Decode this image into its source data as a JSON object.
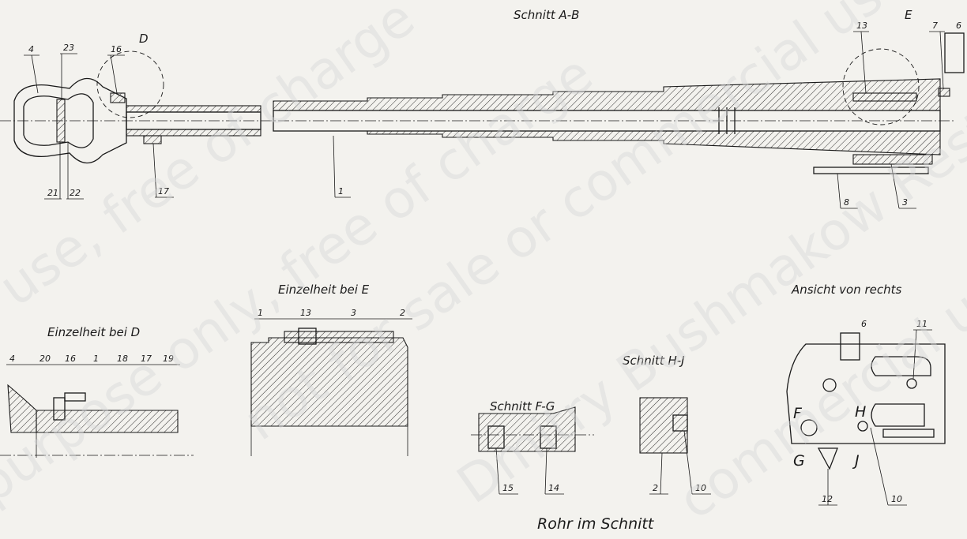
{
  "titles": {
    "section_ab": "Schnitt A-B",
    "detail_d": "Einzelheit bei D",
    "detail_e": "Einzelheit bei E",
    "section_fg": "Schnitt F-G",
    "section_hj": "Schnitt H-J",
    "right_view": "Ansicht von rechts",
    "main_caption": "Rohr im Schnitt"
  },
  "markers": {
    "d": "D",
    "e": "E",
    "f": "F",
    "g": "G",
    "h": "H",
    "j": "J"
  },
  "parts": {
    "main": [
      "4",
      "23",
      "16",
      "21",
      "22",
      "17",
      "1",
      "13",
      "7",
      "6",
      "8",
      "3"
    ],
    "detail_d": [
      "4",
      "20",
      "16",
      "1",
      "18",
      "17",
      "19"
    ],
    "detail_e": [
      "1",
      "13",
      "3",
      "2"
    ],
    "section_fg": [
      "15",
      "14"
    ],
    "section_hj": [
      "2",
      "10"
    ],
    "right_view": [
      "6",
      "11",
      "12",
      "10"
    ]
  },
  "watermark": [
    "purpose only, free of charge",
    "use, free of charge",
    "not for sale or commercial use",
    "Dmitry Bushmakow Restoration",
    "commercial use, free"
  ]
}
